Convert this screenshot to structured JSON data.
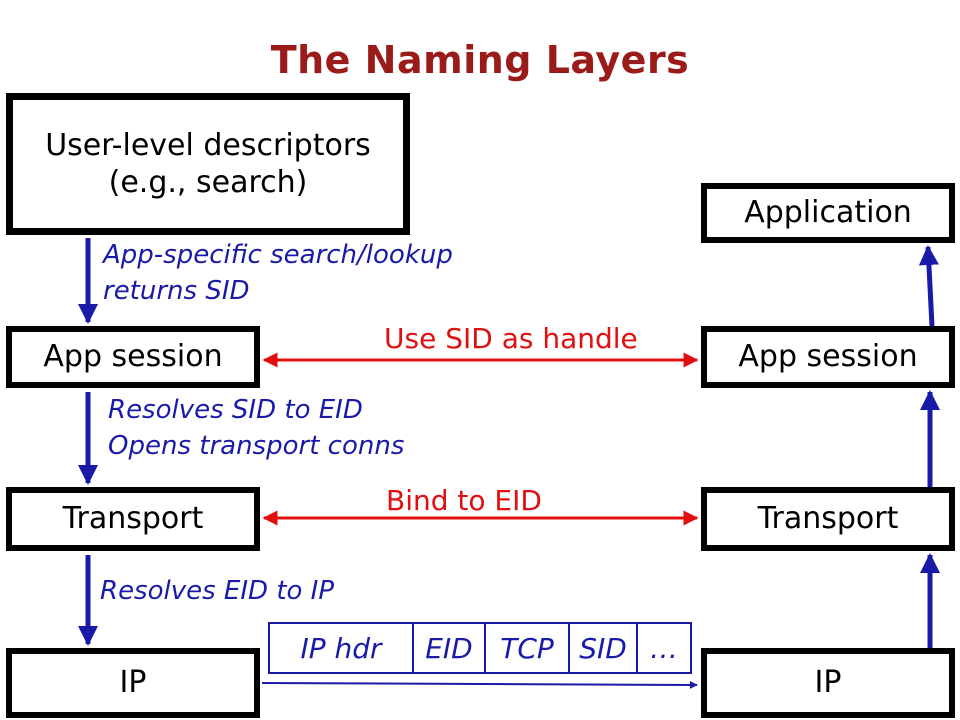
{
  "title": "The Naming Layers",
  "left_stack": {
    "user_descriptors": {
      "line1": "User-level descriptors",
      "line2": "(e.g., search)"
    },
    "app_session": "App session",
    "transport": "Transport",
    "ip": "IP"
  },
  "right_stack": {
    "application": "Application",
    "app_session": "App session",
    "transport": "Transport",
    "ip": "IP"
  },
  "notes": {
    "lookup": {
      "line1": "App-specific search/lookup",
      "line2": "returns SID"
    },
    "resolve_sid": {
      "line1": "Resolves SID to EID",
      "line2": "Opens transport conns"
    },
    "resolve_eid": "Resolves EID to IP"
  },
  "links": {
    "session_handle": "Use SID as handle",
    "transport_bind": "Bind to EID"
  },
  "packet": {
    "fields": [
      "IP hdr",
      "EID",
      "TCP",
      "SID",
      "…"
    ]
  },
  "colors": {
    "title": "#9b1b1b",
    "note": "#1a1aa8",
    "link": "#e01010",
    "arrow": "#1a1aa8",
    "box_border": "#000000"
  }
}
